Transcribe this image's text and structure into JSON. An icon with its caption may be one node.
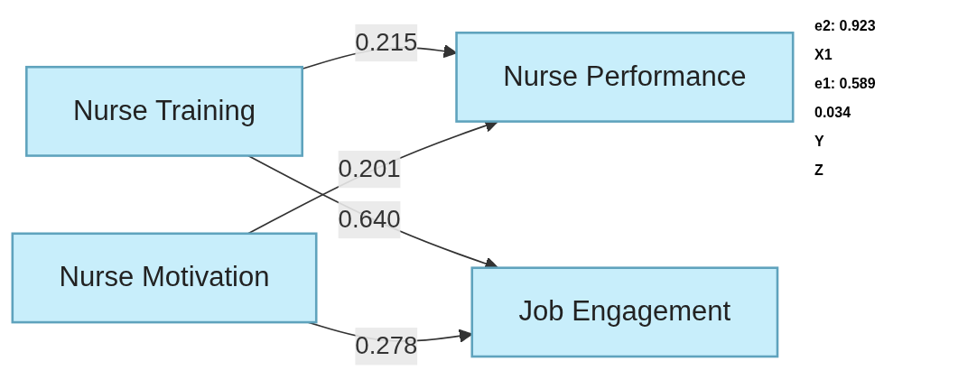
{
  "diagram": {
    "nodes": [
      {
        "text": [
          "Nurse Training"
        ]
      },
      {
        "text": [
          "Job Engagement"
        ]
      },
      {
        "text": [
          "Nurse Performance"
        ]
      },
      {
        "text": [
          "Nurse Motivation"
        ]
      }
    ],
    "edges": [
      {
        "from": 0,
        "to": 2,
        "arrow": "to",
        "label": "0.215"
      },
      {
        "from": 0,
        "to": 1,
        "arrow": "to",
        "label": "0.640"
      },
      {
        "from": 3,
        "to": 1,
        "arrow": "to",
        "label": "0.278"
      },
      {
        "from": 3,
        "to": 2,
        "arrow": "to",
        "label": "0.201"
      }
    ],
    "labels": [
      "e2: 0.923",
      "X1",
      "e1: 0.589",
      "0.034",
      "Y",
      "Z"
    ]
  }
}
